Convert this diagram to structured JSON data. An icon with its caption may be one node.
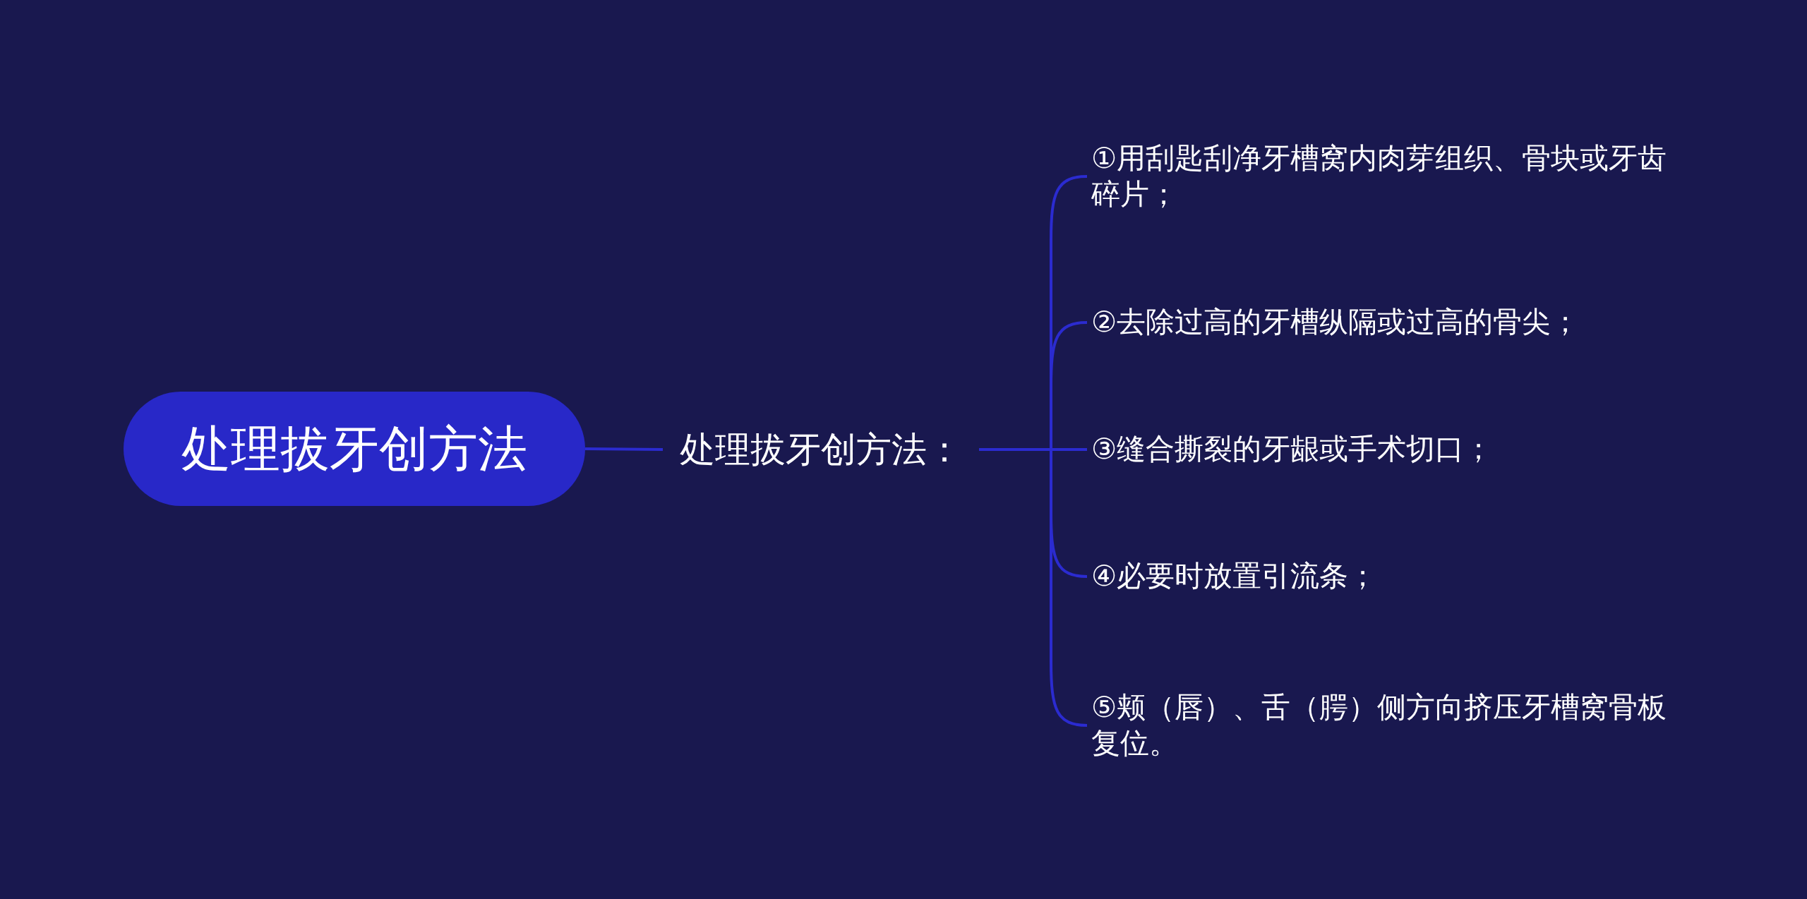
{
  "diagram": {
    "nodes": [
      {
        "text": [
          "处理拔牙创方法"
        ]
      },
      {
        "text": [
          "处理拔牙创方法："
        ]
      },
      {
        "text": [
          "①用刮匙刮净牙槽窝内肉芽组织、骨块或牙齿碎片；"
        ]
      },
      {
        "text": [
          "②去除过高的牙槽纵隔或过高的骨尖；"
        ]
      },
      {
        "text": [
          "③缝合撕裂的牙龈或手术切口；"
        ]
      },
      {
        "text": [
          "④必要时放置引流条；"
        ]
      },
      {
        "text": [
          "⑤颊（唇）、舌（腭）侧方向挤压牙槽窝骨板复位。"
        ]
      }
    ],
    "edges": [
      {
        "from": 0,
        "to": 1,
        "arrow": "none"
      },
      {
        "from": 1,
        "to": 2,
        "arrow": "none"
      },
      {
        "from": 1,
        "to": 3,
        "arrow": "none"
      },
      {
        "from": 1,
        "to": 4,
        "arrow": "none"
      },
      {
        "from": 1,
        "to": 5,
        "arrow": "none"
      },
      {
        "from": 1,
        "to": 6,
        "arrow": "none"
      }
    ]
  }
}
